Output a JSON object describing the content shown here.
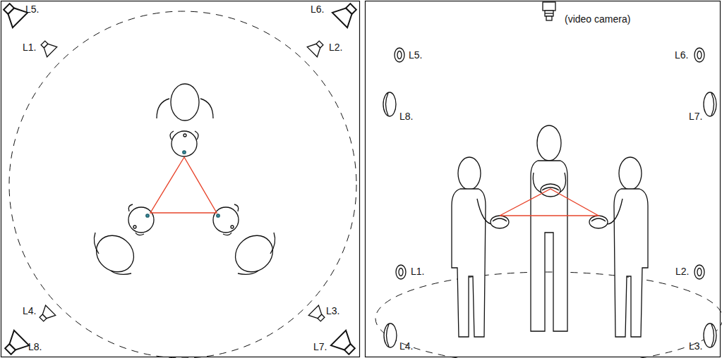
{
  "diagram": {
    "labels": [
      "L5.",
      "L6.",
      "L1.",
      "L2.",
      "L4.",
      "L3.",
      "L8.",
      "L7.",
      "(video camera)",
      "L5.",
      "L6.",
      "L8.",
      "L7.",
      "L1.",
      "L2.",
      "L4.",
      "L3."
    ]
  }
}
